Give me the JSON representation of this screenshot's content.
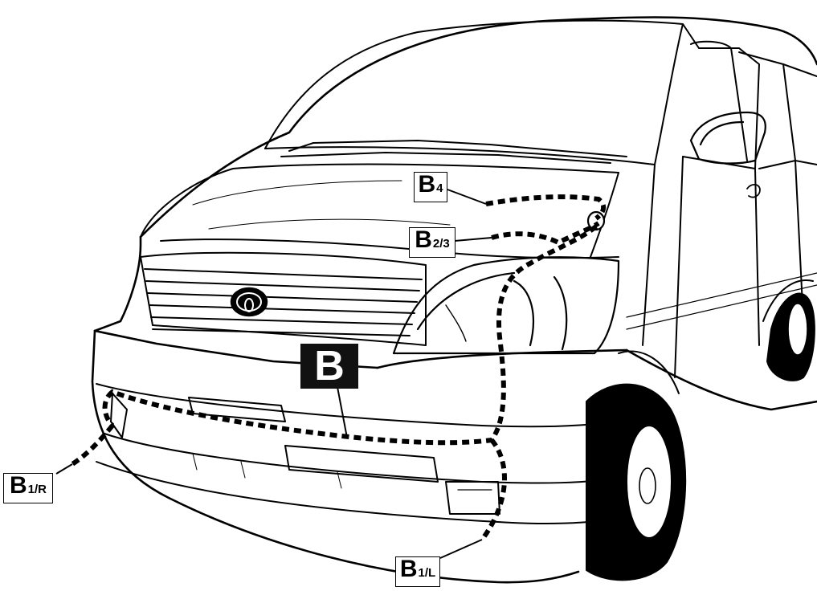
{
  "callouts": {
    "main": {
      "letter": "B"
    },
    "b4": {
      "letter": "B",
      "sub": "4"
    },
    "b23": {
      "letter": "B",
      "sub": "2/3"
    },
    "b1r": {
      "letter": "B",
      "sub": "1/R"
    },
    "b1l": {
      "letter": "B",
      "sub": "1/L"
    }
  },
  "colors": {
    "line": "#000000",
    "background": "#ffffff",
    "label_fill": "#111111"
  }
}
